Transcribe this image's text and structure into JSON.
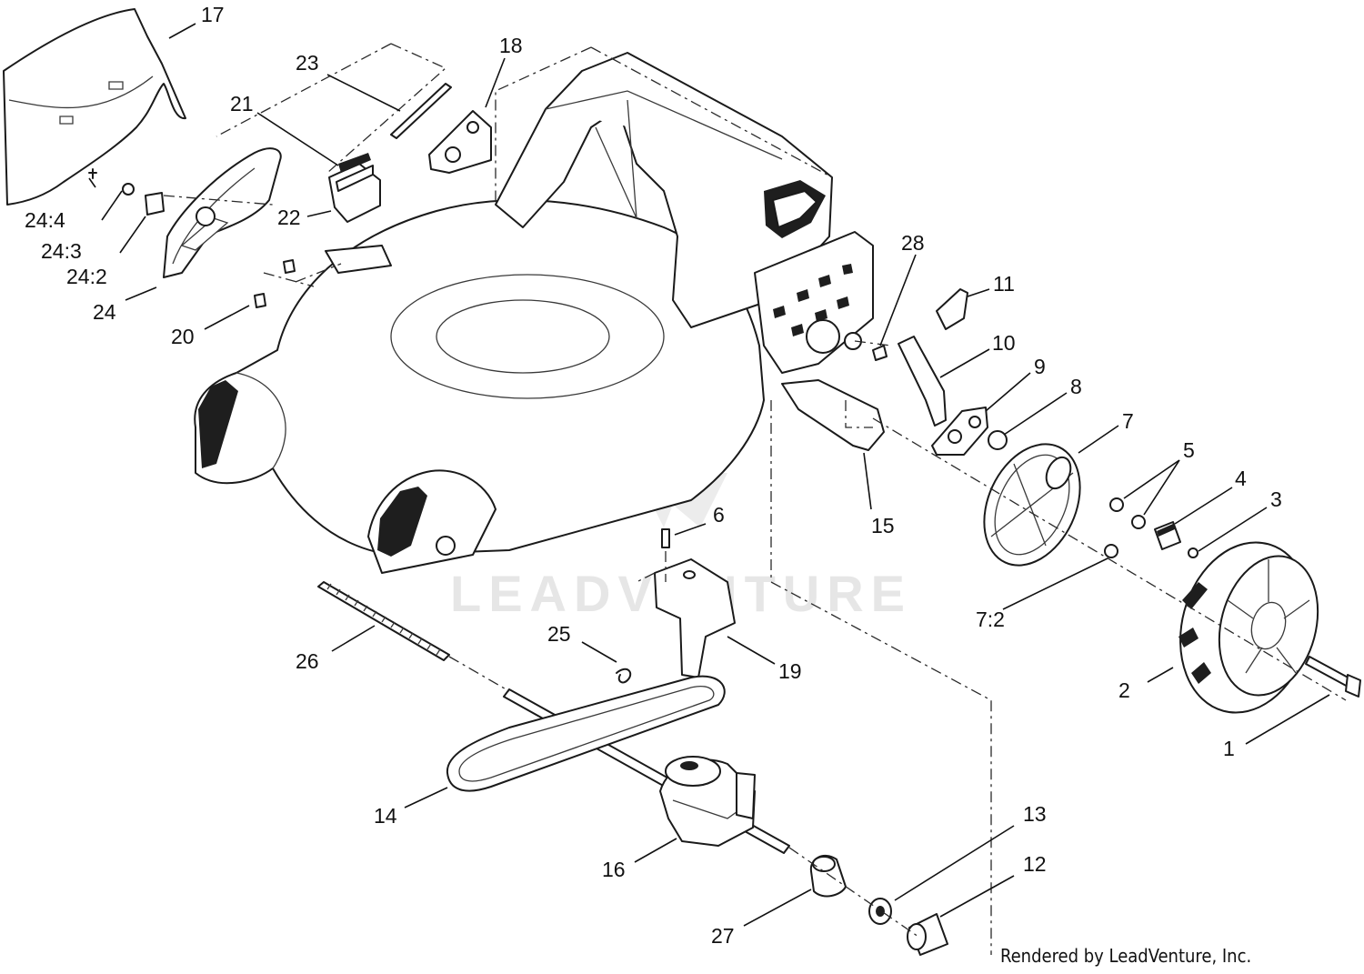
{
  "callouts": {
    "c1": "1",
    "c2": "2",
    "c3": "3",
    "c4": "4",
    "c5": "5",
    "c6": "6",
    "c7": "7",
    "c7_2": "7:2",
    "c8": "8",
    "c9": "9",
    "c10": "10",
    "c11": "11",
    "c12": "12",
    "c13": "13",
    "c14": "14",
    "c15": "15",
    "c16": "16",
    "c17": "17",
    "c18": "18",
    "c19": "19",
    "c20": "20",
    "c21": "21",
    "c22": "22",
    "c23": "23",
    "c24": "24",
    "c24_2": "24:2",
    "c24_3": "24:3",
    "c24_4": "24:4",
    "c25": "25",
    "c26": "26",
    "c27": "27",
    "c28": "28"
  },
  "watermark": {
    "text": "LEADVENTURE"
  },
  "footer": {
    "credit": "Rendered by LeadVenture, Inc."
  }
}
